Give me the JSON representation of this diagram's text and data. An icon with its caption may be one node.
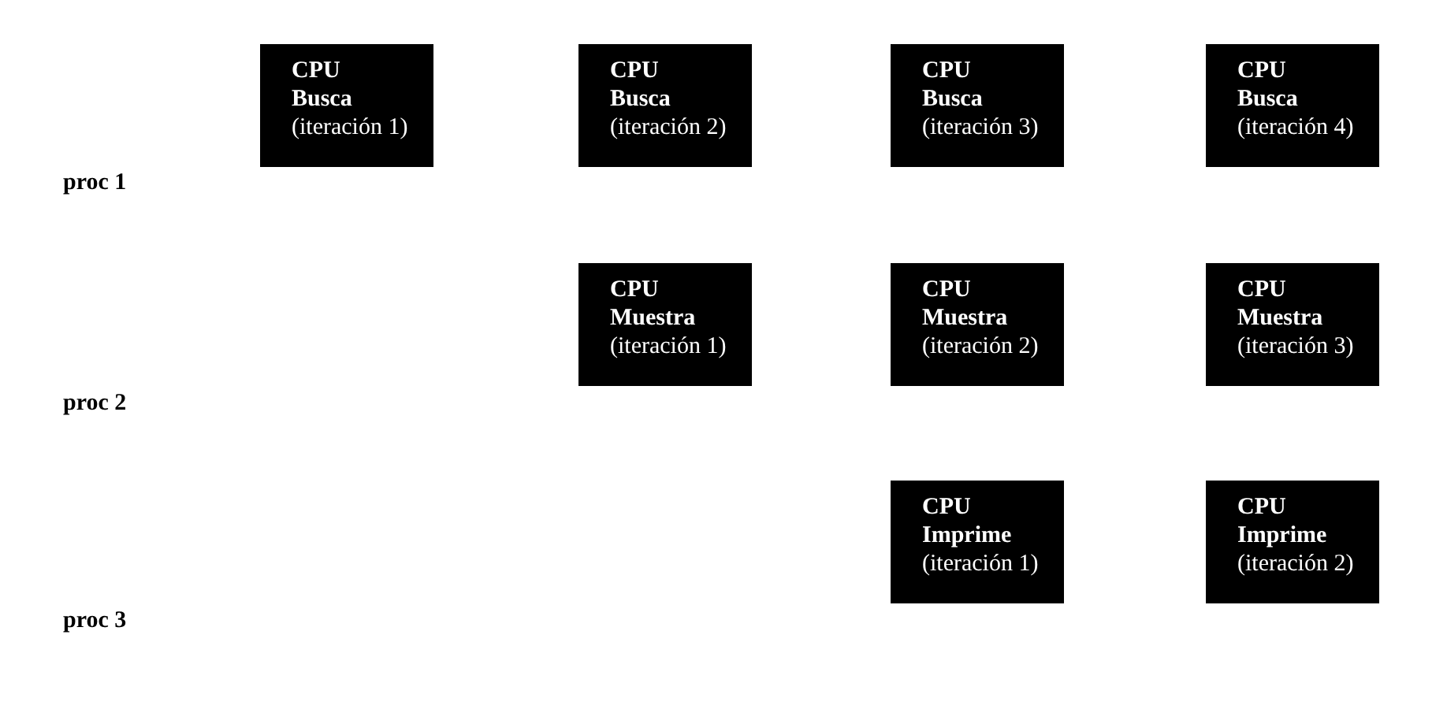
{
  "diagram": {
    "nodes": [
      {
        "text": [
          "CPU",
          "Busca",
          "(iteración 1)"
        ]
      },
      {
        "text": [
          "CPU",
          "Busca",
          "(iteración 2)"
        ]
      },
      {
        "text": [
          "CPU",
          "Busca",
          "(iteración 3)"
        ]
      },
      {
        "text": [
          "CPU",
          "Busca",
          "(iteración 4)"
        ]
      },
      {
        "text": [
          "CPU",
          "Muestra",
          "(iteración 1)"
        ]
      },
      {
        "text": [
          "CPU",
          "Muestra",
          "(iteración 2)"
        ]
      },
      {
        "text": [
          "CPU",
          "Muestra",
          "(iteración 3)"
        ]
      },
      {
        "text": [
          "CPU",
          "Imprime",
          "(iteración 1)"
        ]
      },
      {
        "text": [
          "CPU",
          "Imprime",
          "(iteración 2)"
        ]
      }
    ],
    "edges": [],
    "labels": [
      "proc 1",
      "proc 2",
      "proc 3"
    ]
  }
}
